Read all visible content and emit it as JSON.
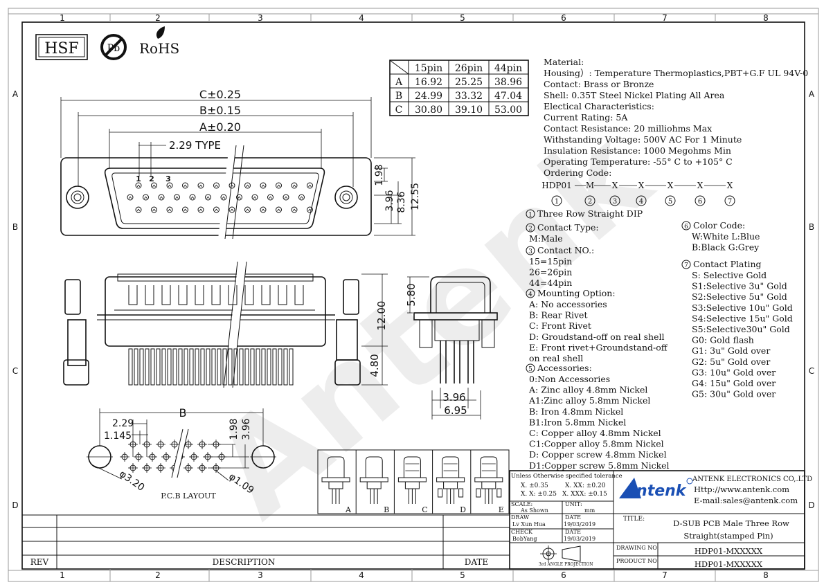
{
  "frame": {
    "col_numbers": [
      "1",
      "2",
      "3",
      "4",
      "5",
      "6",
      "7",
      "8"
    ],
    "row_letters": [
      "A",
      "B",
      "C",
      "D"
    ]
  },
  "badges": {
    "hsf": "HSF",
    "pb": "Pb",
    "rohs": "RoHS"
  },
  "watermark": "Antenk",
  "top_view": {
    "dim_c": "C±0.25",
    "dim_b": "B±0.15",
    "dim_a": "A±0.20",
    "type_label": "2.29 TYPE",
    "pin_labels": [
      "1",
      "2",
      "3"
    ],
    "dim_198": "1.98",
    "dim_396": "3.96",
    "dim_836": "8.36",
    "dim_1255": "12.55"
  },
  "side_view": {
    "dim_1200": "12.00",
    "dim_480": "4.80"
  },
  "end_view": {
    "dim_580": "5.80",
    "dim_396": "3.96",
    "dim_695": "6.95"
  },
  "pcb_layout": {
    "title": "P.C.B LAYOUT",
    "dim_b": "B",
    "dim_229": "2.29",
    "dim_1145": "1.145",
    "dim_198": "1.98",
    "dim_396": "3.96",
    "dia_320": "φ3.20",
    "dia_109": "φ1.09"
  },
  "dim_table": {
    "headers": [
      "15pin",
      "26pin",
      "44pin"
    ],
    "rows": [
      {
        "label": "A",
        "values": [
          "16.92",
          "25.25",
          "38.96"
        ]
      },
      {
        "label": "B",
        "values": [
          "24.99",
          "33.32",
          "47.04"
        ]
      },
      {
        "label": "C",
        "values": [
          "30.80",
          "39.10",
          "53.00"
        ]
      }
    ]
  },
  "specs": [
    "Material:",
    "Housing）: Temperature Thermoplastics,PBT+G.F UL 94V-0",
    "Contact: Brass or Bronze",
    "Shell: 0.35T Steel Nickel Plating All Area",
    "Electical Characteristics:",
    "Current Rating: 5A",
    "Contact Resistance: 20 milliohms Max",
    "Withstanding Voltage: 500V AC For 1 Minute",
    "Insulation Resistance: 1000  Megohms Min",
    "Operating Temperature: -55° C  to  +105° C",
    " Ordering Code:"
  ],
  "ordering": {
    "codes": [
      "HDP01",
      "M",
      "X",
      "X",
      "X",
      "X",
      "X"
    ],
    "numbers": [
      "1",
      "2",
      "3",
      "4",
      "5",
      "6",
      "7"
    ]
  },
  "options_left": [
    {
      "num": "1",
      "text": "Three Row Straight DIP",
      "sub": []
    },
    {
      "num": "2",
      "text": "Contact Type:",
      "sub": [
        "M:Male"
      ]
    },
    {
      "num": "3",
      "text": "Contact NO.:",
      "sub": [
        "15=15pin",
        "26=26pin",
        "44=44pin"
      ]
    },
    {
      "num": "4",
      "text": "Mounting Option:",
      "sub": [
        "A: No accessories",
        "B: Rear Rivet",
        "C: Front Rivet",
        "D: Groudstand-off on real shell",
        "E: Front rivet+Groundstand-off",
        "on real shell"
      ]
    },
    {
      "num": "5",
      "text": "Accessories:",
      "sub": [
        "0:Non Accessories",
        "A: Zinc alloy 4.8mm Nickel",
        "A1:Zinc alloy 5.8mm Nickel",
        "B: Iron 4.8mm Nickel",
        "B1:Iron 5.8mm Nickel",
        "C: Copper alloy 4.8mm Nickel",
        "C1:Copper alloy 5.8mm Nickel",
        "D: Copper screw 4.8mm Nickel",
        "D1:Copper screw 5.8mm Nickel"
      ]
    }
  ],
  "options_right": [
    {
      "num": "6",
      "text": "Color Code:",
      "sub": [
        "W:White  L:Blue",
        "B:Black  G:Grey"
      ]
    },
    {
      "num": "7",
      "text": "Contact Plating",
      "sub": [
        "S:  Selective Gold",
        "S1:Selective 3u\" Gold",
        "S2:Selective 5u\" Gold",
        "S3:Selective 10u\" Gold",
        "S4:Selective 15u\" Gold",
        "S5:Selective30u\" Gold",
        "G0: Gold flash",
        "  G1:  3u\" Gold over",
        "G2:  5u\" Gold over",
        "G3: 10u\" Gold over",
        "G4: 15u\" Gold over",
        "G5: 30u\" Gold over"
      ]
    }
  ],
  "mount_views": [
    "A",
    "B",
    "C",
    "D",
    "E"
  ],
  "tolerance": {
    "title": "Unless Otherwise specified tolerance",
    "l1a": "X. ±0.35",
    "l1b": "X. XX: ±0.20",
    "l2a": "X. X: ±0.25",
    "l2b": "X. XXX: ±0.15"
  },
  "titleblock": {
    "scale_label": "SCALE:",
    "scale_value": "As Shown",
    "unit_label": "UNIT:",
    "unit_value": "mm",
    "draw_label": "DRAW",
    "draw_value": "Lv Xun Hua",
    "date_label": "DATE",
    "draw_date": "19/03/2019",
    "check_label": "CHECK",
    "check_value": "BobYang",
    "check_date": "19/03/2019",
    "projection": "3rd ANGLE PROJECTION",
    "company_logo": "Antenk",
    "company_name": "ANTENK ELECTRONICS CO,.LTD",
    "website": "Http://www.antenk.com",
    "email": "E-mail:sales@antenk.com",
    "title_label": "TITLE:",
    "title_line1": "D-SUB PCB Male Three Row",
    "title_line2": "Straight(stamped Pin)",
    "drawing_no_label": "DRAWING NO:",
    "drawing_no": "HDP01-MXXXXX",
    "product_no_label": "PRODUCT NO:",
    "product_no": "HDP01-MXXXXX",
    "rev_label": "REV",
    "desc_label": "DESCRIPTION",
    "date_col_label": "DATE"
  }
}
